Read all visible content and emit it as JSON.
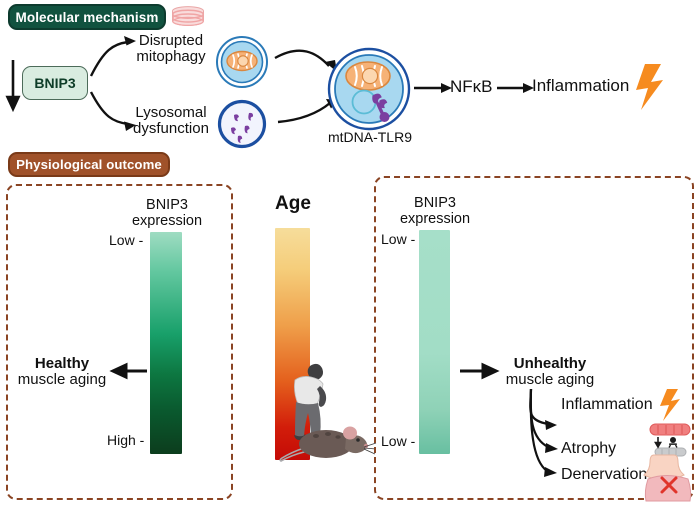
{
  "figure": {
    "sections": [
      {
        "id": "molecular",
        "label": "Molecular mechanism",
        "color": "#11523f"
      },
      {
        "id": "physiological",
        "label": "Physiological outcome",
        "color": "#a0522a"
      }
    ]
  },
  "mechanism": {
    "source": {
      "label": "BNIP3",
      "direction_icon": "down-arrow-icon",
      "box_fill": "#d9ece0"
    },
    "branches": [
      {
        "label_line1": "Disrupted",
        "label_line2": "mitophagy",
        "icon": "mitochondrion-cell-icon"
      },
      {
        "label_line1": "Lysosomal",
        "label_line2": "dysfunction",
        "icon": "lysosome-cell-icon"
      }
    ],
    "convergence": {
      "label": "mtDNA-TLR9",
      "icon": "mtdna-tlr9-cell-icon"
    },
    "downstream": [
      {
        "label": "NFκB"
      },
      {
        "label": "Inflammation",
        "icon": "lightning-bolt-icon"
      }
    ],
    "header_icon": "petri-dish-icon"
  },
  "outcome": {
    "age_axis": {
      "label": "Age",
      "gradient_from": "#f6dd9b",
      "gradient_to": "#c40b07",
      "icons": [
        "elderly-human-icon",
        "mouse-icon"
      ]
    },
    "left_panel": {
      "axis_title_line1": "BNIP3",
      "axis_title_line2": "expression",
      "tick_top": "Low -",
      "tick_bottom": "High -",
      "outcome_line1": "Healthy",
      "outcome_line2": "muscle aging",
      "gradient_from": "#9fdcc2",
      "gradient_to": "#0c3d1d"
    },
    "right_panel": {
      "axis_title_line1": "BNIP3",
      "axis_title_line2": "expression",
      "tick_top": "Low -",
      "tick_bottom": "Low -",
      "outcome_line1": "Unhealthy",
      "outcome_line2": "muscle aging",
      "gradient_from": "#a6dfc9",
      "gradient_to": "#68bfa1",
      "consequences": [
        {
          "label": "Inflammation",
          "icon": "lightning-bolt-icon"
        },
        {
          "label": "Atrophy",
          "icon": "muscle-atrophy-icon"
        },
        {
          "label": "Denervation",
          "icon": "neuromuscular-junction-icon"
        }
      ]
    }
  }
}
